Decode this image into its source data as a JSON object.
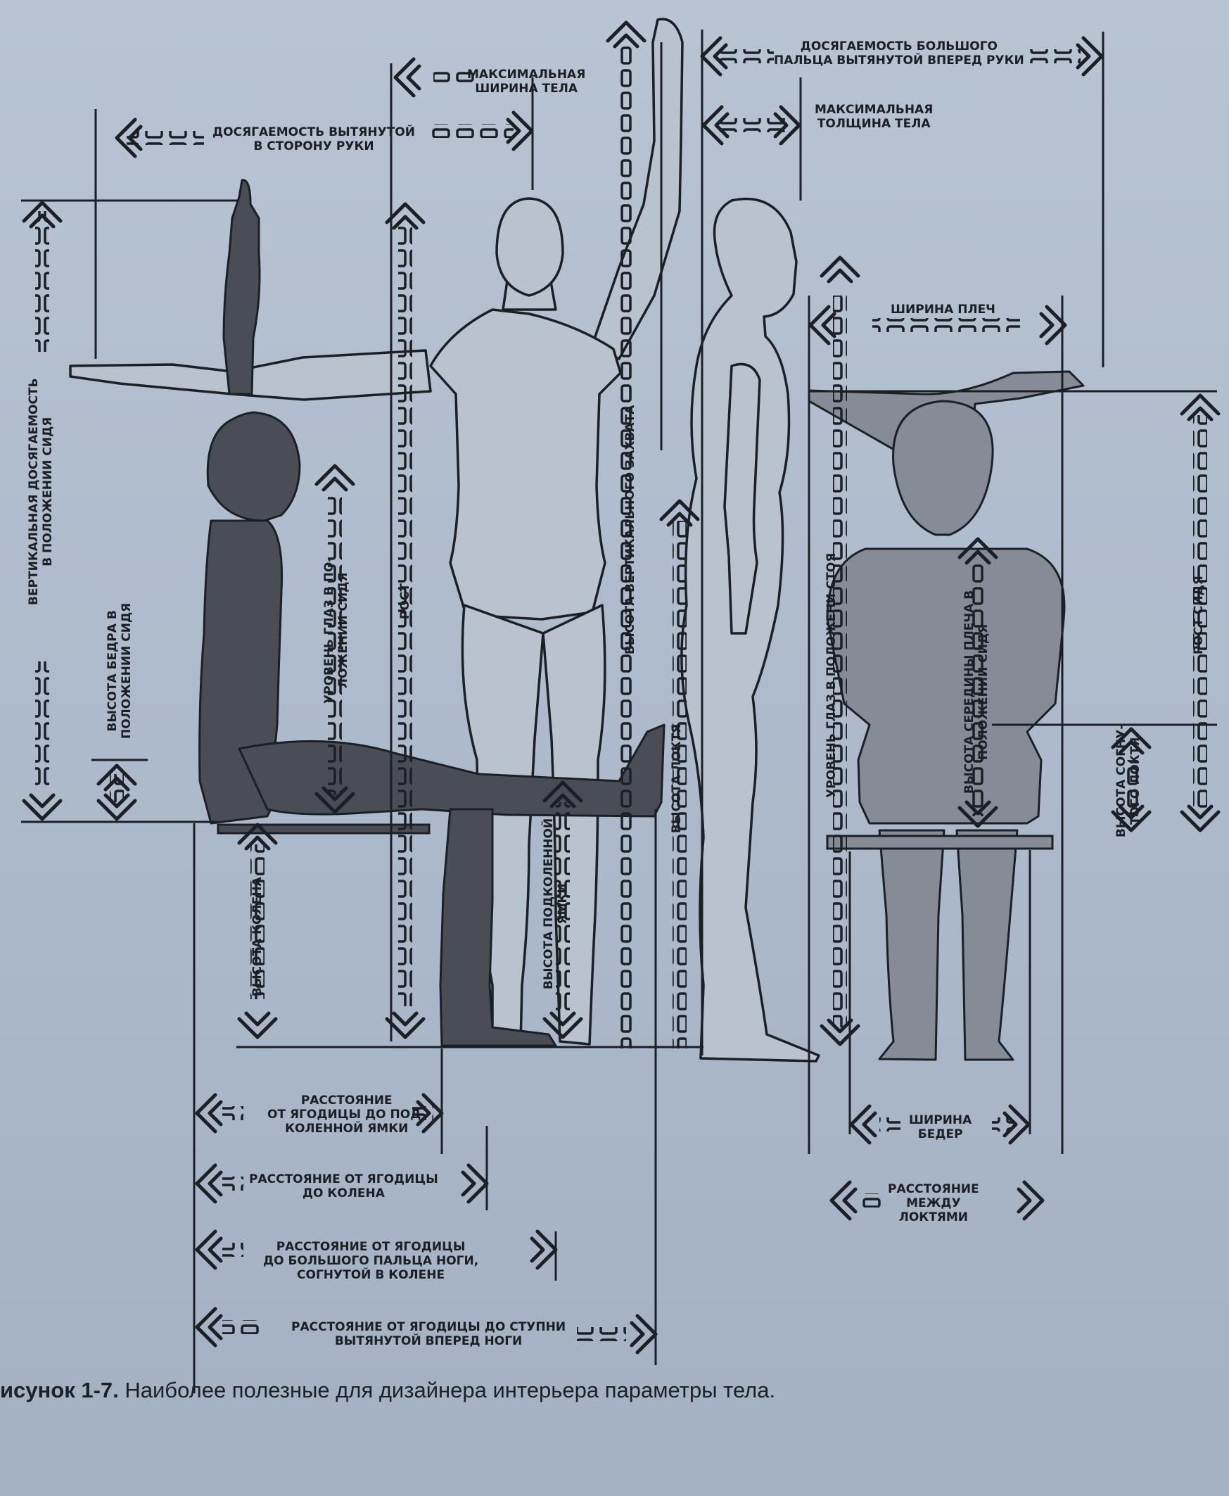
{
  "labels": {
    "reach_thumb": [
      "ДОСЯГАЕМОСТЬ БОЛЬШОГО",
      "ПАЛЬЦА ВЫТЯНУТОЙ ВПЕРЕД РУКИ"
    ],
    "max_width": [
      "МАКСИМАЛЬНАЯ",
      "ШИРИНА ТЕЛА"
    ],
    "max_depth": [
      "МАКСИМАЛЬНАЯ",
      "ТОЛЩИНА ТЕЛА"
    ],
    "side_reach": [
      "ДОСЯГАЕМОСТЬ ВЫТЯНУТОЙ",
      "В СТОРОНУ РУКИ"
    ],
    "shoulder_width": "ШИРИНА ПЛЕЧ",
    "vertical_reach_seated": [
      "ВЕРТИКАЛЬНАЯ ДОСЯГАЕМОСТЬ",
      "В ПОЛОЖЕНИИ СИДЯ"
    ],
    "thigh_height": [
      "ВЫСОТА БЕДРА В",
      "ПОЛОЖЕНИИ СИДЯ"
    ],
    "eye_level_seated": [
      "УРОВЕНЬ ГЛАЗ В ПО-",
      "ЛОЖЕНИИ СИДЯ"
    ],
    "stature": "РОСТ",
    "vertical_grip": "ВЫСОТА ВЕРТИКАЛЬНОГО ЗАХВАТА",
    "elbow_height": "ВЫСОТА ЛОКТЯ",
    "eye_level_standing": "УРОВЕНЬ ГЛАЗ В ПОЛОЖЕНИ СТОЯ",
    "mid_shoulder_seated": [
      "ВЫСОТА СЕРЕДИНЫ ПЛЕЧА В",
      "ПОЛОЖЕНИИ СИДЯ"
    ],
    "elbow_rest": [
      "ВЫСОТА СОГНУ-",
      "ТОГО ЛОКТЯ"
    ],
    "sitting_height": "РОСТ СИДЯ",
    "knee_height": "ВЫСОТА КОЛЕНА",
    "popliteal_height": [
      "ВЫСОТА ПОДКОЛЕННОЙ",
      "ЯМКИ"
    ],
    "buttock_popliteal": [
      "РАССТОЯНИЕ",
      "ОТ ЯГОДИЦЫ ДО ПОД-",
      "КОЛЕННОЙ ЯМКИ"
    ],
    "buttock_knee": [
      "РАССТОЯНИЕ ОТ ЯГОДИЦЫ",
      "ДО КОЛЕНА"
    ],
    "buttock_toe": [
      "РАССТОЯНИЕ ОТ ЯГОДИЦЫ",
      "ДО БОЛЬШОГО ПАЛЬЦА НОГИ,",
      "СОГНУТОЙ В КОЛЕНЕ"
    ],
    "buttock_heel": [
      "РАССТОЯНИЕ ОТ ЯГОДИЦЫ ДО СТУПНИ",
      "ВЫТЯНУТОЙ ВПЕРЕД НОГИ"
    ],
    "hip_width": [
      "ШИРИНА",
      "БЕДЕР"
    ],
    "elbow_to_elbow": [
      "РАССТОЯНИЕ",
      "МЕЖДУ",
      "ЛОКТЯМИ"
    ]
  },
  "caption": {
    "prefix": "исунок 1-7.",
    "text": " Наиболее полезные для дизайнера интерьера параметры тела."
  },
  "colors": {
    "background": "#adbacb",
    "light_figure": "#b9c3cf",
    "dark_figure": "#4a4d55",
    "back_figure": "#868c97",
    "ink": "#1b1f26"
  }
}
